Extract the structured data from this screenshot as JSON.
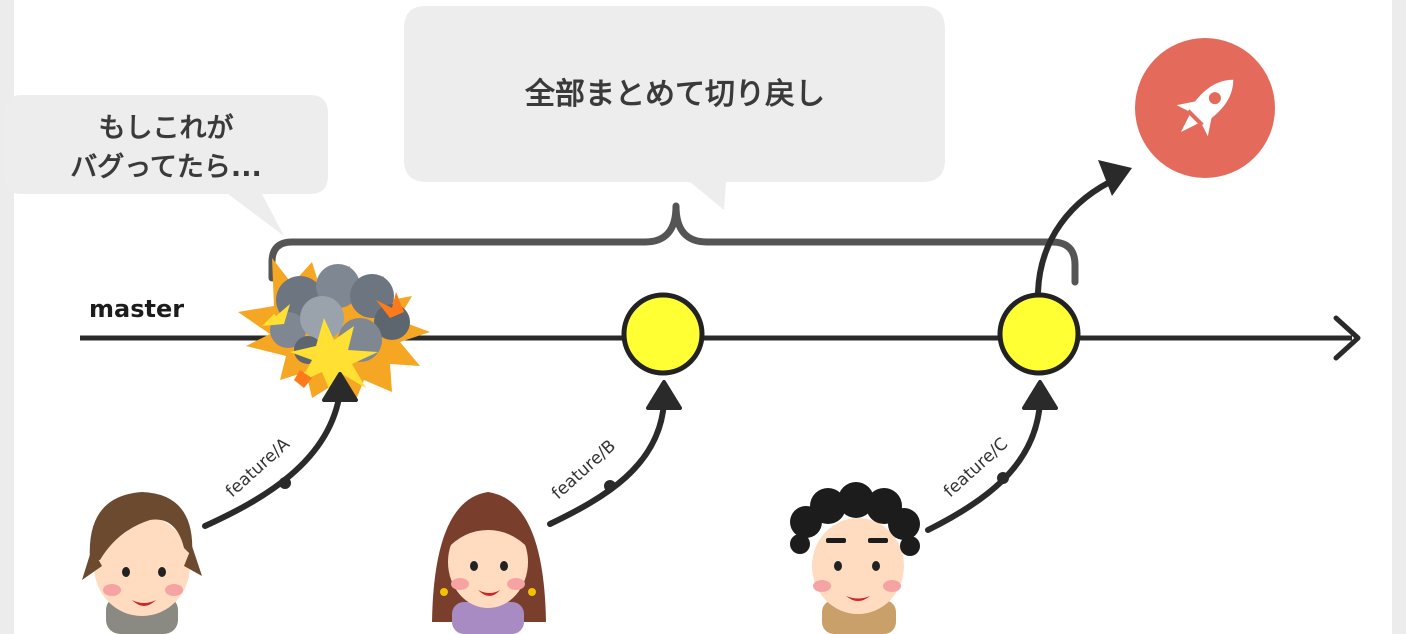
{
  "callout_left": {
    "line1": "もしこれが",
    "line2": "バグってたら..."
  },
  "callout_top": {
    "text": "全部まとめて切り戻し"
  },
  "branch_main": {
    "label": "master"
  },
  "features": [
    {
      "label": "feature/A"
    },
    {
      "label": "feature/B"
    },
    {
      "label": "feature/C"
    }
  ],
  "colors": {
    "commit_fill": "#ffff33",
    "line": "#2a2a2a",
    "brace": "#555555",
    "callout_bg": "#ededed",
    "rocket_bg": "#e46a5c",
    "explosion_orange": "#f5a623",
    "explosion_yellow": "#ffe033",
    "smoke": "#6d7680"
  },
  "icons": {
    "explosion": "explosion-icon",
    "rocket": "rocket-icon",
    "developer_a": "developer-man-icon",
    "developer_b": "developer-woman-icon",
    "developer_c": "developer-curly-icon"
  }
}
